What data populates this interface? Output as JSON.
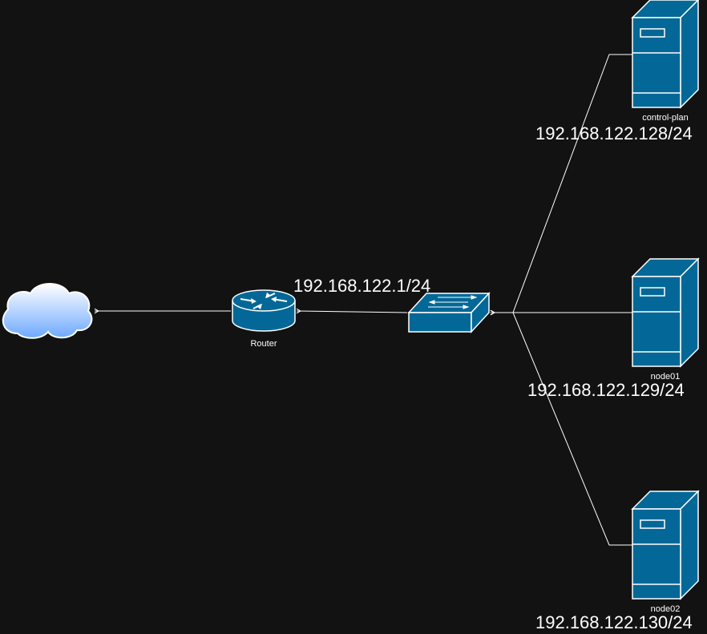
{
  "diagram": {
    "router": {
      "label": "Router"
    },
    "switch": {
      "ip": "192.168.122.1/24"
    },
    "nodes": [
      {
        "name": "control-plan",
        "ip": "192.168.122.128/24"
      },
      {
        "name": "node01",
        "ip": "192.168.122.129/24"
      },
      {
        "name": "node02",
        "ip": "192.168.122.130/24"
      }
    ]
  },
  "colors": {
    "background": "#121212",
    "device_fill": "#036897",
    "stroke": "#ffffff",
    "cloud_top": "#ffffff",
    "cloud_bottom": "#6ea9ff"
  }
}
